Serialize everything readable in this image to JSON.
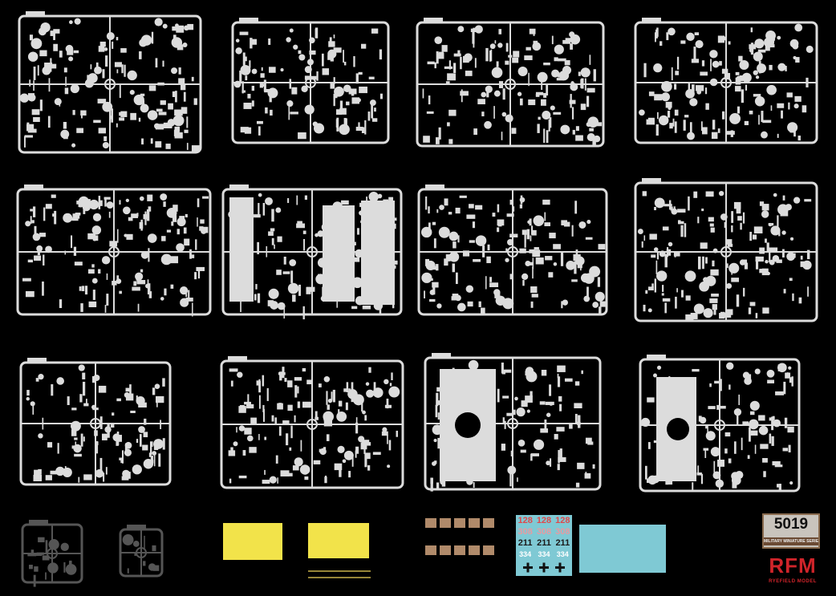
{
  "product": {
    "kit_number": "5019",
    "series": "MILITARY MINIATURE SERIES",
    "brand_mark": "RFM",
    "brand_name": "RYEFIELD MODEL"
  },
  "decals": {
    "rows": [
      [
        "128",
        "128",
        "128"
      ],
      [
        "308",
        "308",
        "308"
      ],
      [
        "211",
        "211",
        "211"
      ],
      [
        "334",
        "334",
        "334"
      ]
    ],
    "colors": {
      "128": "#e0484a",
      "308": "#e89aa0",
      "211": "#1a1a1a",
      "334": "#ffffff"
    }
  },
  "colors": {
    "background": "#000000",
    "sprue": "#dcdcdc",
    "photo_etch": "#f2e34a",
    "decal_sheet": "#7fc9d4",
    "brand": "#d0242a",
    "clear_sprue": "#555555"
  }
}
